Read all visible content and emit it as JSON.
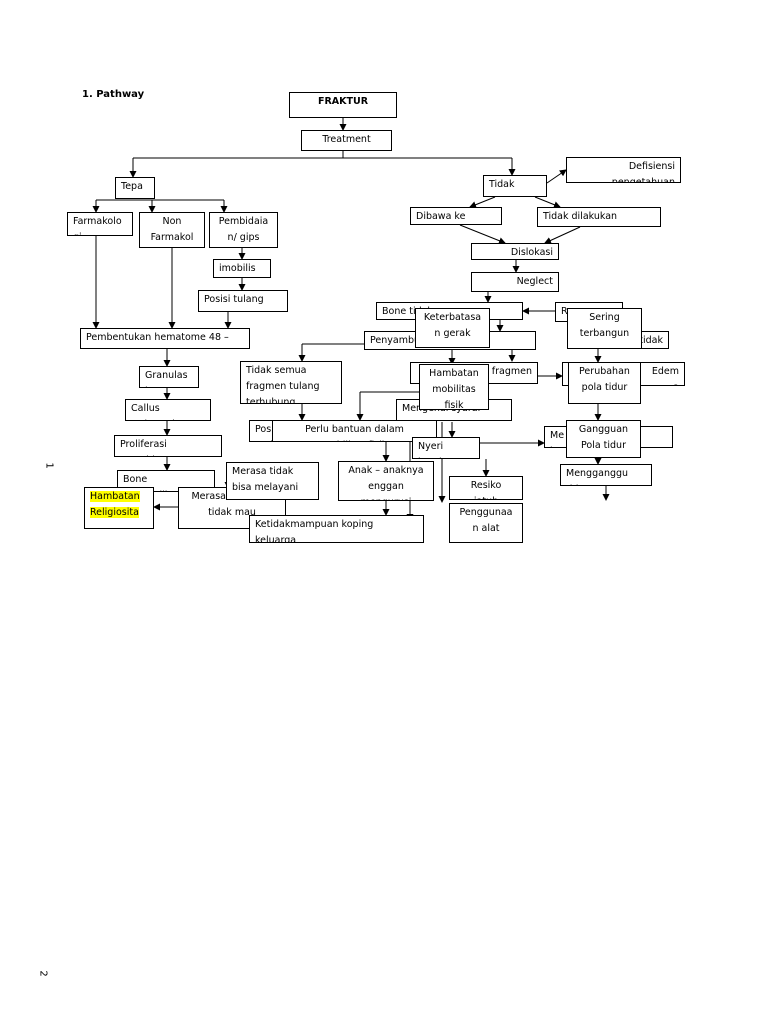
{
  "heading": "1. Pathway",
  "page_numbers": [
    "1",
    "2"
  ],
  "nodes": {
    "fraktur": "FRAKTUR",
    "treatment": "Treatment",
    "tepat": "Tepa\nt",
    "tidak": "Tidak",
    "defisiensi": "Defisiensi\npengetahuan",
    "farmakologi": "Farmakolo\ngi",
    "non_farmakologi": "Non\nFarmakol\nogi",
    "pembidaian": "Pembidaia\nn/ gips",
    "dibawa_dukun": "Dibawa        ke\ndukun",
    "tidak_imobilisasi": "Tidak        dilakukan\nimobilisasi",
    "dislokasi": "Dislokasi\ntulang",
    "neglect": "Neglect\nfraktur",
    "imobilisasi": "imobilis\nasi",
    "posisi_tulang": "Posisi     tulang\ntepat",
    "bone_tidak": "Bone              tidak\nsempurna",
    "keterbatasan": "Keterbatasa\nn gerak",
    "d_box": "Re\nD",
    "sering_terbangun": "Sering\nterbangun",
    "tidak_sembuh": "tidak\nsembuh",
    "pembentukan": "Pembentukan hematome 48 –",
    "penyambungan": "Penyambungan      tidak\nsempurna",
    "tidak_semua": "Tidak          semua\nfragmen     tulang\nterhubung",
    "fragmen": "fragmen",
    "hambatan_mobilitas": "Hambatan\nmobilitas\nfisik",
    "perubahan_pola": "Perubahan\npola tidur",
    "edema": "Edem\na",
    "granulasi": "Granulas\ni",
    "callus": "Callus\nterbentuk",
    "mengenai_syaraf": "Mengenai       syaraf",
    "proliferasi": "Proliferasi\nosteoblast",
    "pos_meleset": "Pos\nmeleset",
    "perlu_bantuan": "Perlu bantuan dalam\nmobilitas fisik",
    "nyeri": "Nyeri\nkronis",
    "gangguan_pola": "Gangguan\nPola tidur",
    "me_ker": "Me\nker",
    "merasa_tidak": "Merasa tidak\nbisa melayani",
    "anak_enggan": "Anak – anaknya\nenggan\nmengurusi",
    "resiko_jatuh": "Resiko\njatuh",
    "mengganggu_tidur": "Mengganggu\ntidur",
    "bone_modelling": "Bone\nremodelling",
    "hambatan_religiositas": "Hambatan\nReligiosita",
    "merasa_sakit": "Merasa sakit dan\ntidak mau",
    "penggunaan_alat": "Penggunaa\nn alat",
    "ketidakmampuan": "Ketidakmampuan koping\nkeluarga"
  },
  "colors": {
    "highlight": "#ffff00",
    "line": "#000000"
  }
}
